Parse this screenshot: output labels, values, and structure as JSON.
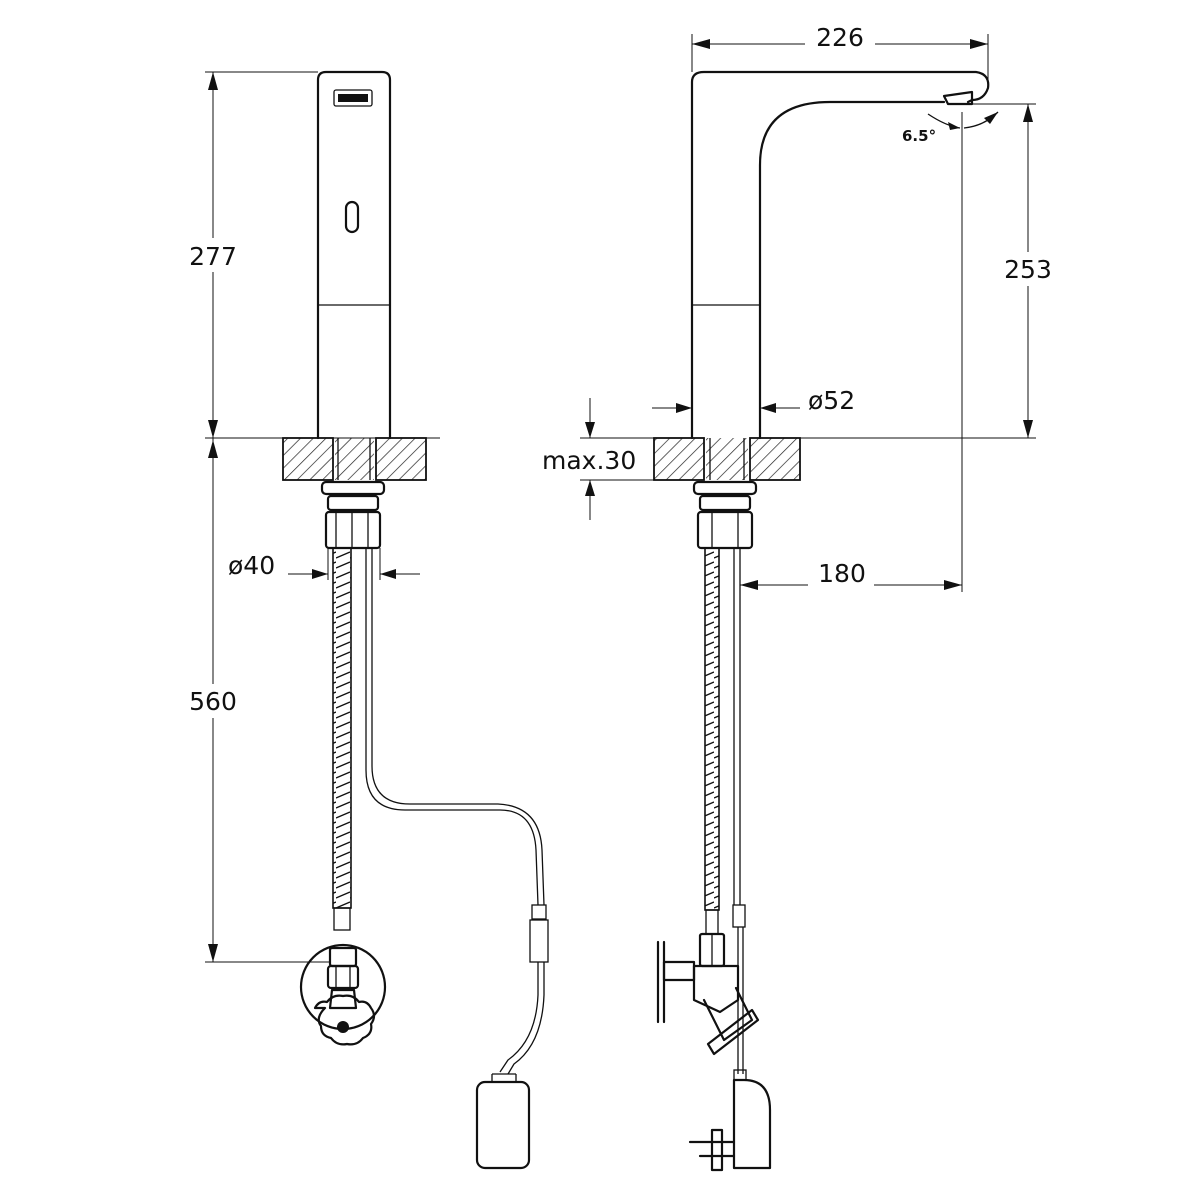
{
  "dimensions": {
    "left_body_height": "277",
    "left_below_counter": "560",
    "left_hose_diameter": "ø40",
    "right_projection": "226",
    "right_spout_height": "253",
    "right_body_diameter": "ø52",
    "right_counter_thickness": "max.30",
    "right_outlet_distance": "180",
    "spout_angle": "6.5°"
  }
}
